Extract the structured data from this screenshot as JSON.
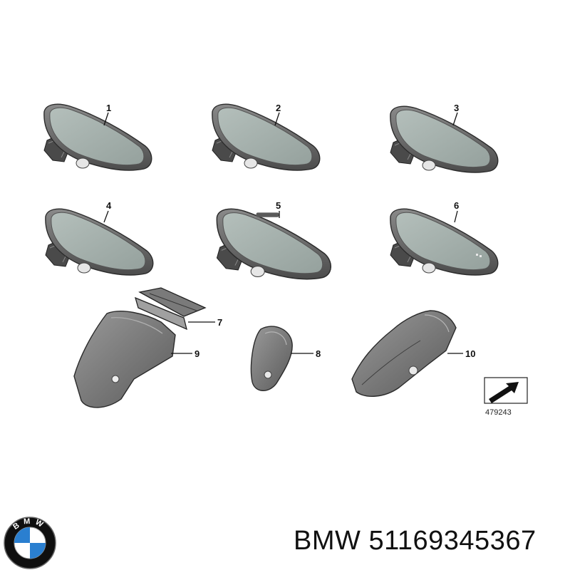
{
  "diagram": {
    "parts": [
      {
        "callout": "1"
      },
      {
        "callout": "2"
      },
      {
        "callout": "3"
      },
      {
        "callout": "4"
      },
      {
        "callout": "5"
      },
      {
        "callout": "6"
      },
      {
        "callout": "7"
      },
      {
        "callout": "8"
      },
      {
        "callout": "9"
      },
      {
        "callout": "10"
      }
    ],
    "reference_number": "479243"
  },
  "caption": {
    "brand": "BMW",
    "part_number": "51169345367"
  },
  "logo": {
    "letters": "BMW"
  },
  "colors": {
    "housing": "#6e6e6e",
    "glass": "#a7b2ae",
    "text": "#111111"
  }
}
